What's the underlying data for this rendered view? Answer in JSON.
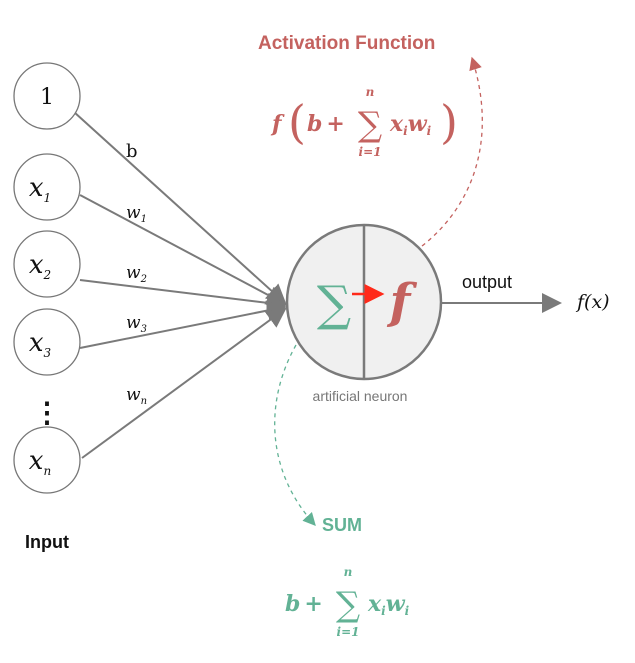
{
  "colors": {
    "activation": "#c4625f",
    "sum": "#62b295",
    "line": "#7a7a7a",
    "neuron_fill": "#f0f0f0"
  },
  "inputs": [
    {
      "label": "1",
      "sub": "",
      "weight": "b",
      "wsub": ""
    },
    {
      "label": "x",
      "sub": "1",
      "weight": "w",
      "wsub": "1"
    },
    {
      "label": "x",
      "sub": "2",
      "weight": "w",
      "wsub": "2"
    },
    {
      "label": "x",
      "sub": "3",
      "weight": "w",
      "wsub": "3"
    },
    {
      "label": "x",
      "sub": "n",
      "weight": "w",
      "wsub": "n"
    }
  ],
  "dots": "⋮",
  "input_label": "Input",
  "activation": {
    "title": "Activation Function",
    "f": "f",
    "b_plus": "b +",
    "sigma": "∑",
    "upper": "n",
    "lower": "i=1",
    "term": "x",
    "term_sub": "i",
    "term2": "w",
    "term2_sub": "i"
  },
  "sum": {
    "title": "SUM",
    "b_plus": "b +",
    "sigma": "∑",
    "upper": "n",
    "lower": "i=1",
    "term": "x",
    "term_sub": "i",
    "term2": "w",
    "term2_sub": "i"
  },
  "neuron": {
    "sigma": "∑",
    "f": "f",
    "label": "artificial neuron"
  },
  "output": {
    "label": "output",
    "result": "f(x)"
  }
}
